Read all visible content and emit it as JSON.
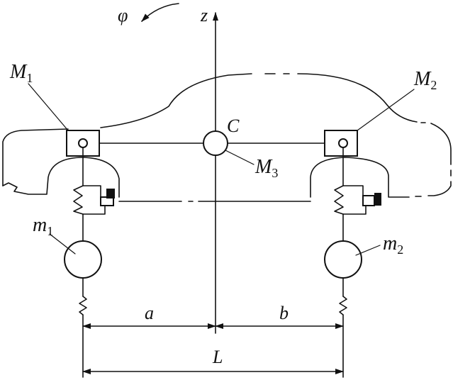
{
  "labels": {
    "phi": "φ",
    "z": "z",
    "C": "C",
    "M1": {
      "base": "M",
      "sub": "1"
    },
    "M2": {
      "base": "M",
      "sub": "2"
    },
    "M3": {
      "base": "M",
      "sub": "3"
    },
    "m1": {
      "base": "m",
      "sub": "1"
    },
    "m2": {
      "base": "m",
      "sub": "2"
    },
    "a": "a",
    "b": "b",
    "L": "L"
  }
}
